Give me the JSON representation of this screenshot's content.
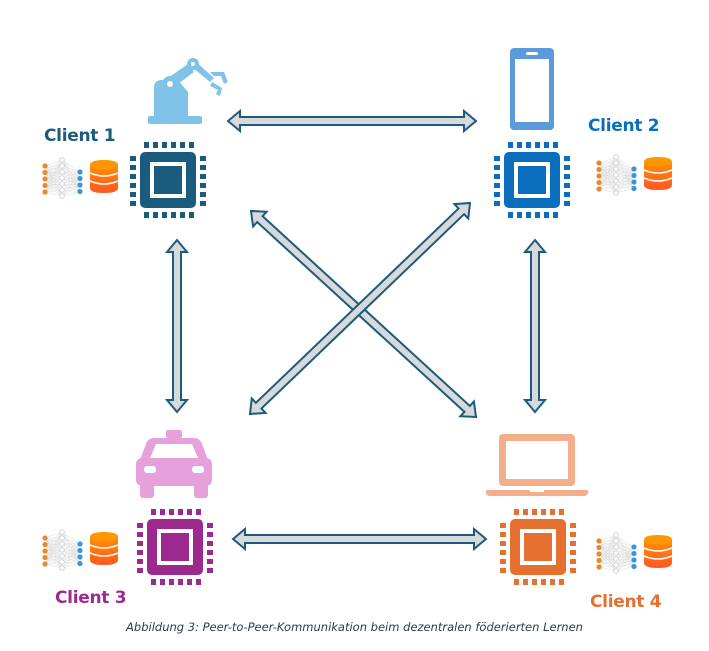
{
  "caption": "Abbildung 3: Peer-to-Peer-Kommunikation beim dezentralen föderierten Lernen",
  "colors": {
    "arrow_fill": "#d9d9d9",
    "arrow_stroke": "#1b5c7e",
    "data_orange_top": "#ff9800",
    "data_orange_bottom": "#ff5722",
    "nn_input": "#e8892e",
    "nn_hidden": "#c8c8c8",
    "nn_output": "#3a96d8"
  },
  "clients": [
    {
      "name": "Client 1",
      "color": "#1b5c7e",
      "device": "robot-arm",
      "device_color": "#7fc4e8"
    },
    {
      "name": "Client 2",
      "color": "#0a6ebd",
      "device": "smartphone",
      "device_color": "#5b9bd9"
    },
    {
      "name": "Client 3",
      "color": "#9c2a8e",
      "device": "taxi",
      "device_color": "#e6a0dc"
    },
    {
      "name": "Client 4",
      "color": "#e5702f",
      "device": "laptop",
      "device_color": "#f4ae8b"
    }
  ],
  "connections": [
    {
      "from": "Client 1",
      "to": "Client 2",
      "direction": "bidirectional"
    },
    {
      "from": "Client 1",
      "to": "Client 3",
      "direction": "bidirectional"
    },
    {
      "from": "Client 2",
      "to": "Client 4",
      "direction": "bidirectional"
    },
    {
      "from": "Client 3",
      "to": "Client 4",
      "direction": "bidirectional"
    },
    {
      "from": "Client 1",
      "to": "Client 4",
      "direction": "bidirectional"
    },
    {
      "from": "Client 2",
      "to": "Client 3",
      "direction": "bidirectional"
    }
  ]
}
